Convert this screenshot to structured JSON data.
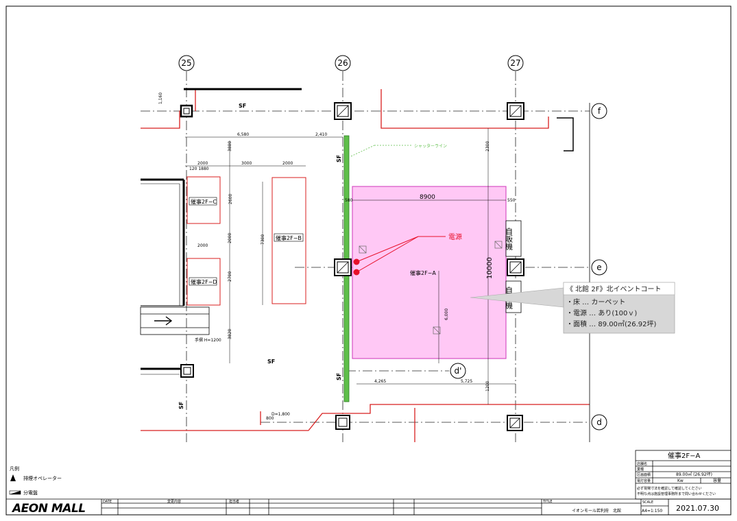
{
  "grid": {
    "columns": [
      "25",
      "26",
      "27"
    ],
    "rows": [
      "f",
      "e",
      "d'",
      "d"
    ]
  },
  "dimensions": {
    "top_left": "1,160",
    "span_a": "6,580",
    "span_b": "2,410",
    "left_3880": "3880",
    "col_2000_a": "2000",
    "col_3000": "3000",
    "col_2000_b": "2000",
    "sub_120_1880": "120  1880",
    "v_2600": "2600",
    "v_2000": "2000",
    "h_2000_c": "2000",
    "v_2700": "2700",
    "v_3820": "3820",
    "v_7300": "7300",
    "v_2300": "2300",
    "w_8900": "8900",
    "v_10000": "10000",
    "v_6000": "6,000",
    "r_550": "550",
    "top_580": "580",
    "bottom_4265": "4,265",
    "bottom_5725": "5,725",
    "v_1200": "1200",
    "d_800a": "D=1,800",
    "d_800b": "800",
    "handrail": "手摺 H=1200"
  },
  "labels": {
    "sf_top": "SF",
    "sf_left": "SF",
    "sf_mid": "SF",
    "sf_bottom": "SF",
    "sf_low": "SF",
    "shutter_line": "シャッターライン",
    "event_c": "催事2F−C",
    "event_d": "催事2F−D",
    "event_b": "催事2F−B",
    "event_a": "催事2F−A",
    "power_label": "電源",
    "vending_1": "自販機",
    "vending_2": "自販機"
  },
  "info_box": {
    "title": "《 北館 2F》北イベントコート",
    "line1": "・床 … カーペット",
    "line2": "・電源 … あり(100ｖ)",
    "line3": "・面積 … 89.00㎡(26.92坪)"
  },
  "legend": {
    "title": "凡例",
    "item1": "排煙オペレーター",
    "item2": "分電盤"
  },
  "title_block": {
    "brand": "AEON MALL",
    "date_label": "DATE",
    "rev_label": "変更内容",
    "rev_label2": "担当者",
    "title_label": "TITLE",
    "title_value": "イオンモール若利府　北館",
    "scale_label": "SCALE",
    "scale_value": "A4=1:150",
    "print_date": "2021.07.30",
    "sheet_title": "催事2F−A",
    "r1_label": "店舗名",
    "r2_label": "業種",
    "r3_label": "区画面積",
    "r3_value": "89.00㎡ (26.92坪)",
    "r4_label": "電灯容量",
    "r4_unit": "Kw",
    "r4_right": "容量",
    "note1": "必ず現場寸法を確認して確認してください",
    "note2": "不明な点は施設管理事務所まで問い合わせください"
  },
  "colors": {
    "event_fill": "#ffc8f5",
    "event_stroke": "#d64fc3",
    "red_line": "#d81e1e",
    "green_band": "#5fbf4a",
    "power_red": "#e8102a",
    "info_bg": "#d7d7d7"
  }
}
